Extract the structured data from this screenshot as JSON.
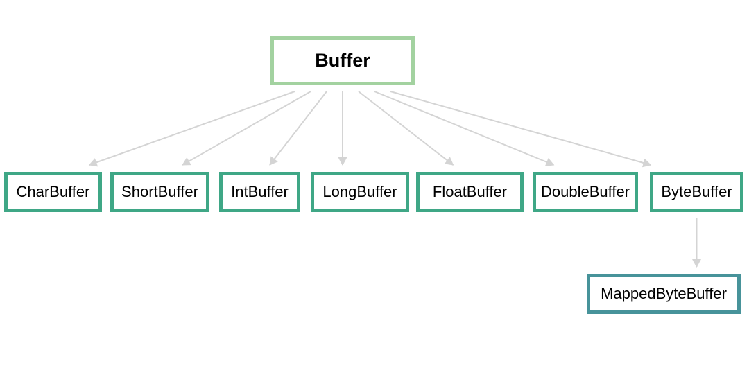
{
  "diagram": {
    "type": "class-hierarchy",
    "nodes": [
      {
        "id": "buffer",
        "label": "Buffer",
        "level": "root"
      },
      {
        "id": "charbuffer",
        "label": "CharBuffer",
        "level": "child"
      },
      {
        "id": "shortbuffer",
        "label": "ShortBuffer",
        "level": "child"
      },
      {
        "id": "intbuffer",
        "label": "IntBuffer",
        "level": "child"
      },
      {
        "id": "longbuffer",
        "label": "LongBuffer",
        "level": "child"
      },
      {
        "id": "floatbuffer",
        "label": "FloatBuffer",
        "level": "child"
      },
      {
        "id": "doublebuffer",
        "label": "DoubleBuffer",
        "level": "child"
      },
      {
        "id": "bytebuffer",
        "label": "ByteBuffer",
        "level": "child"
      },
      {
        "id": "mappedbytebuffer",
        "label": "MappedByteBuffer",
        "level": "grandchild"
      }
    ],
    "edges": [
      {
        "from": "buffer",
        "to": "charbuffer"
      },
      {
        "from": "buffer",
        "to": "shortbuffer"
      },
      {
        "from": "buffer",
        "to": "intbuffer"
      },
      {
        "from": "buffer",
        "to": "longbuffer"
      },
      {
        "from": "buffer",
        "to": "floatbuffer"
      },
      {
        "from": "buffer",
        "to": "doublebuffer"
      },
      {
        "from": "buffer",
        "to": "bytebuffer"
      },
      {
        "from": "bytebuffer",
        "to": "mappedbytebuffer"
      }
    ],
    "colors": {
      "root_border": "#a3d2a0",
      "child_border": "#3fa786",
      "grandchild_border": "#47939a",
      "arrow": "#d4d4d4",
      "text": "#000000",
      "background": "#ffffff"
    }
  }
}
